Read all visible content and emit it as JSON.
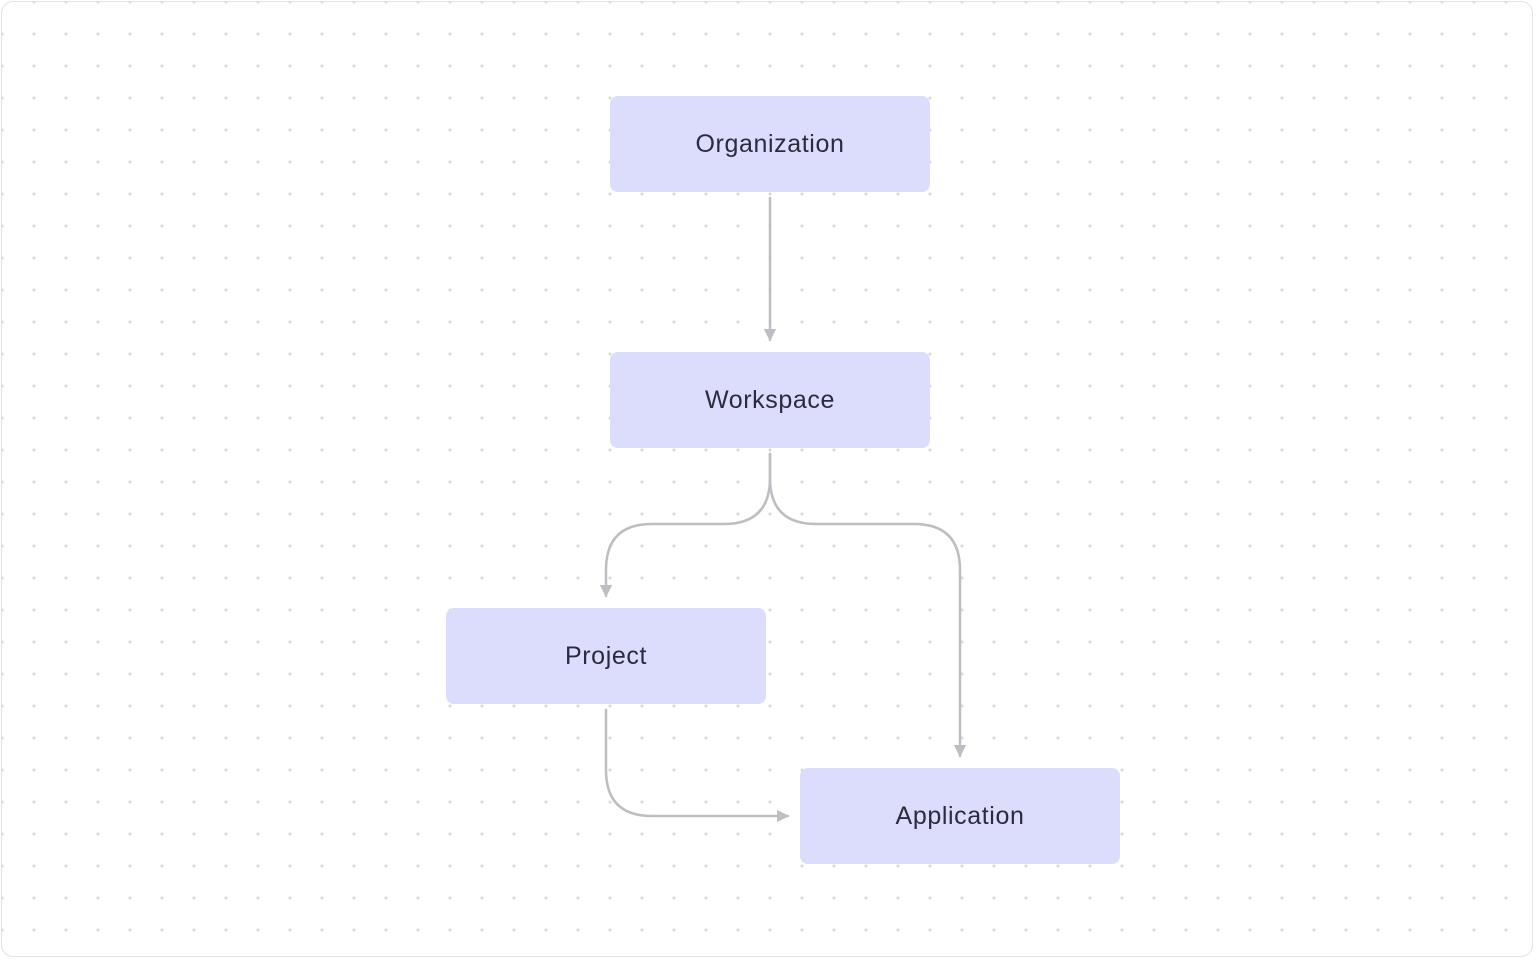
{
  "diagram": {
    "type": "hierarchy-flowchart",
    "colors": {
      "node_fill": "#dcdcfc",
      "node_text": "#2b2b40",
      "edge": "#bdbdc2",
      "canvas_dots": "#d8d8dc",
      "canvas_border": "#e3e3e6"
    },
    "nodes": [
      {
        "id": "organization",
        "label": "Organization"
      },
      {
        "id": "workspace",
        "label": "Workspace"
      },
      {
        "id": "project",
        "label": "Project"
      },
      {
        "id": "application",
        "label": "Application"
      }
    ],
    "edges": [
      {
        "from": "organization",
        "to": "workspace"
      },
      {
        "from": "workspace",
        "to": "project"
      },
      {
        "from": "workspace",
        "to": "application"
      },
      {
        "from": "project",
        "to": "application"
      }
    ]
  }
}
